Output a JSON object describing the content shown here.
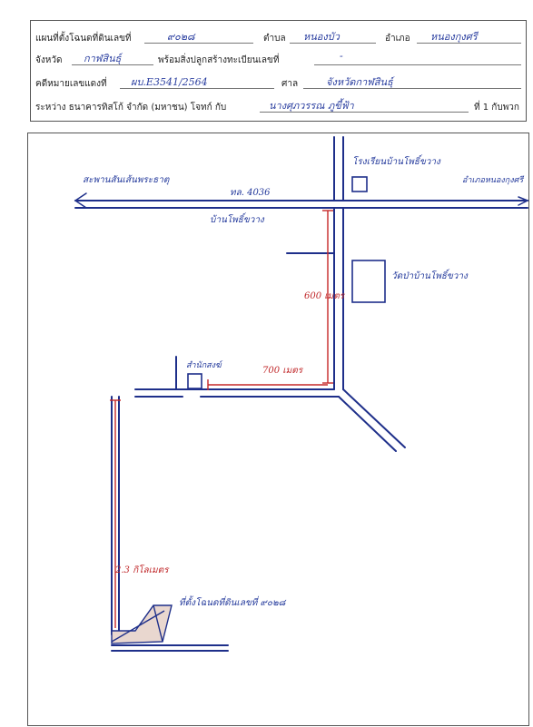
{
  "header": {
    "row1": {
      "label_plan": "แผนที่ตั้งโฉนดที่ดินเลขที่",
      "deed_no": "๙๐๒๘",
      "label_tambon": "ตำบล",
      "tambon": "หนองบัว",
      "label_amphoe": "อำเภอ",
      "amphoe": "หนองกุงศรี"
    },
    "row2": {
      "label_province": "จังหวัด",
      "province": "กาฬสินธุ์",
      "label_building": "พร้อมสิ่งปลูกสร้างทะเบียนเลขที่",
      "building_no": "-"
    },
    "row3": {
      "label_case": "คดีหมายเลขแดงที่",
      "case_no": "ผบ.E3541/2564",
      "label_court": "ศาล",
      "court": "จังหวัดกาฬสินธุ์"
    },
    "row4": {
      "label_between": "ระหว่าง ธนาคารทิสโก้ จำกัด (มหาชน) โจทก์ กับ",
      "defendant": "นางศุภวรรณ ภูขี้ฟ้า",
      "label_defendant_no": "ที่ 1 กับพวก"
    }
  },
  "map": {
    "label_west": "สะพานสันเส้นพระธาตุ",
    "label_highway": "ทล. 4036",
    "label_village": "บ้านโพธิ์ขวาง",
    "label_school": "โรงเรียนบ้านโพธิ์ขวาง",
    "label_east": "อำเภอหนองกุงศรี",
    "label_temple": "วัดป่าบ้านโพธิ์ขวาง",
    "label_600": "600 เมตร",
    "label_700": "700 เมตร",
    "label_pond": "สำนักสงฆ์",
    "label_23km": "2.3 กิโลเมตร",
    "label_site": "ที่ตั้งโฉนดที่ดินเลขที่ ๙๐๒๘",
    "colors": {
      "road": "#1e2f8a",
      "distance": "#c62828",
      "site_fill": "#e9d7cf"
    }
  }
}
